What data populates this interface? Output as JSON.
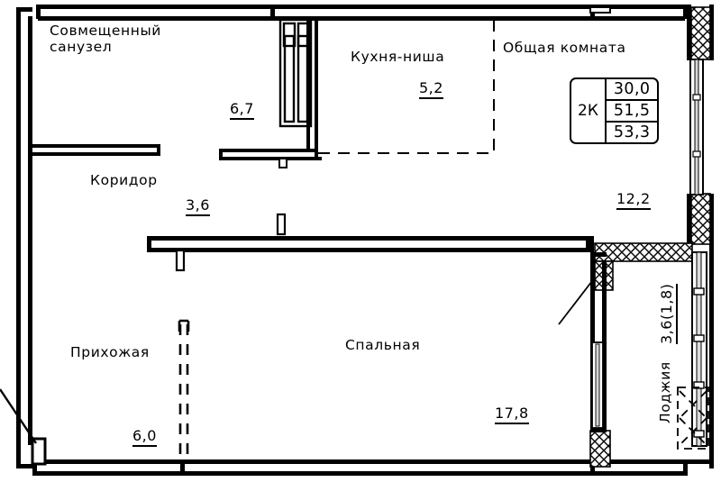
{
  "plan": {
    "type": "apartment-floor-plan",
    "unit_type": "2К",
    "summary_table": {
      "label": "2К",
      "values": [
        "30,0",
        "51,5",
        "53,3"
      ]
    },
    "rooms": [
      {
        "key": "bathroom",
        "name": "Совмещенный",
        "name_line2": "санузел",
        "area": "6,7"
      },
      {
        "key": "corridor",
        "name": "Коридор",
        "area": "3,6"
      },
      {
        "key": "kitchen",
        "name": "Кухня-ниша",
        "area": "5,2"
      },
      {
        "key": "living",
        "name": "Общая комната",
        "area": "12,2"
      },
      {
        "key": "hall",
        "name": "Прихожая",
        "area": "6,0"
      },
      {
        "key": "bedroom",
        "name": "Спальная",
        "area": "17,8"
      },
      {
        "key": "loggia",
        "name": "Лоджия",
        "area": "3,6(1,8)"
      }
    ],
    "colors": {
      "wall": "#000000",
      "background": "#ffffff",
      "hatch": "#000000"
    }
  }
}
